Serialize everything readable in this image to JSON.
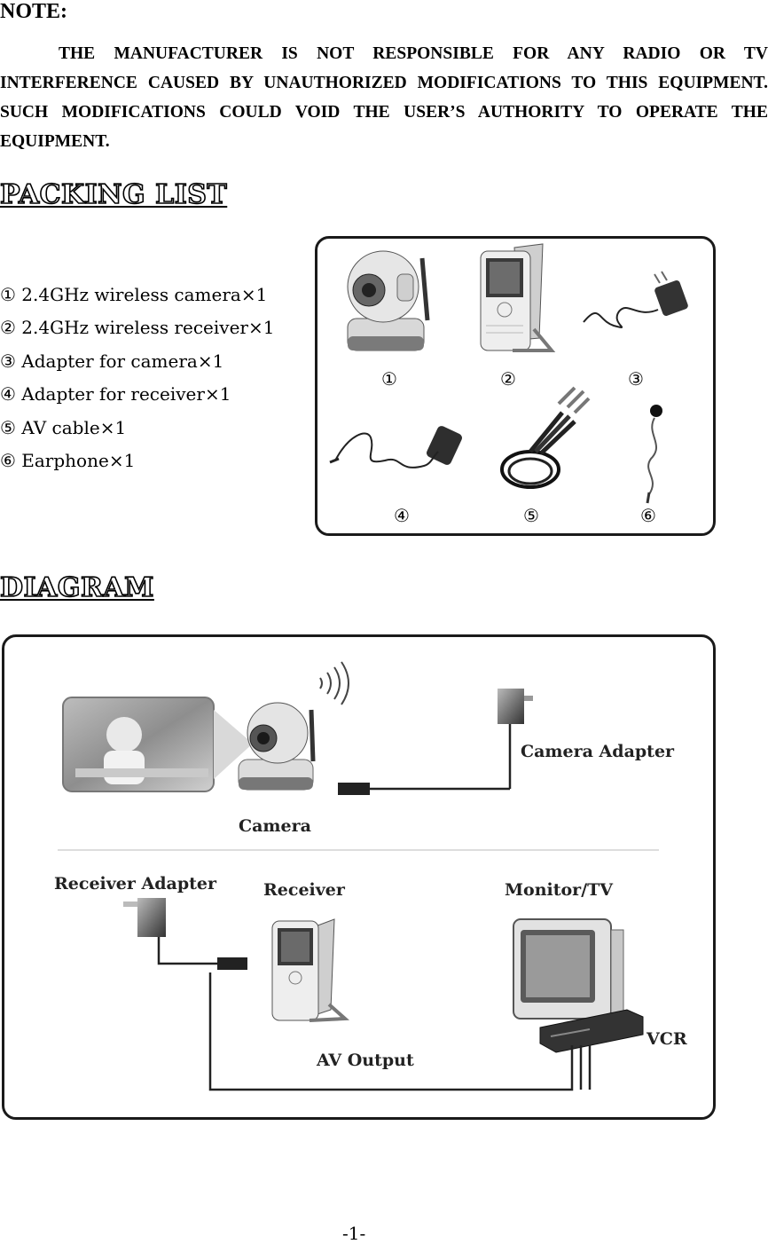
{
  "note": {
    "title": "NOTE:",
    "body": "THE MANUFACTURER IS NOT RESPONSIBLE FOR ANY RADIO OR TV INTERFERENCE CAUSED BY UNAUTHORIZED MODIFICATIONS TO THIS EQUIPMENT.   SUCH MODIFICATIONS COULD VOID THE USER’S AUTHORITY TO OPERATE THE EQUIPMENT."
  },
  "packing_list": {
    "title": "PACKING LIST",
    "items": [
      "① 2.4GHz wireless camera×1",
      "② 2.4GHz wireless receiver×1",
      "③ Adapter for camera×1",
      "④ Adapter for receiver×1",
      "⑤ AV cable×1",
      "⑥ Earphone×1"
    ],
    "figure_numbers": [
      "①",
      "②",
      "③",
      "④",
      "⑤",
      "⑥"
    ]
  },
  "diagram": {
    "title": "DIAGRAM",
    "labels": {
      "camera": "Camera",
      "camera_adapter": "Camera Adapter",
      "receiver_adapter": "Receiver Adapter",
      "receiver": "Receiver",
      "monitor_tv": "Monitor/TV",
      "vcr": "VCR",
      "av_output": "AV Output"
    }
  },
  "page_number": "-1-"
}
